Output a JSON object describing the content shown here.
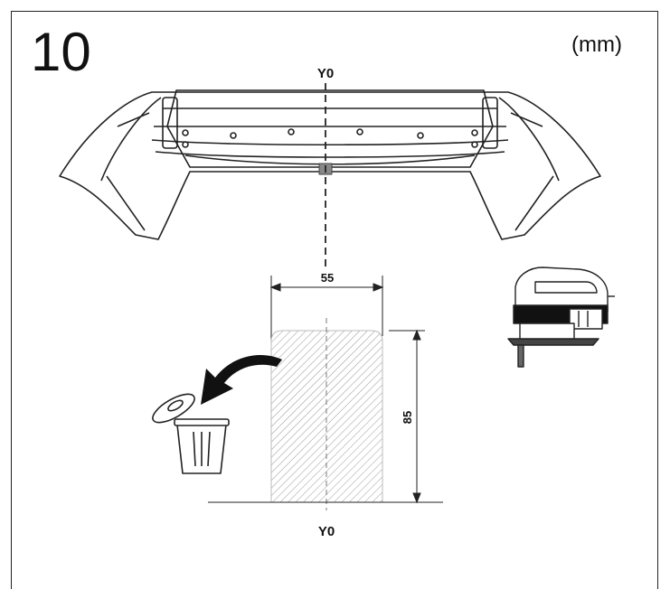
{
  "step_number": "10",
  "unit_label": "(mm)",
  "axis_label_top": "Y0",
  "axis_label_bottom": "Y0",
  "cutout": {
    "width_label": "55",
    "height_label": "85"
  },
  "icons": [
    "bumper-icon",
    "jigsaw-icon",
    "trash-can-icon",
    "discard-arrow-icon"
  ]
}
